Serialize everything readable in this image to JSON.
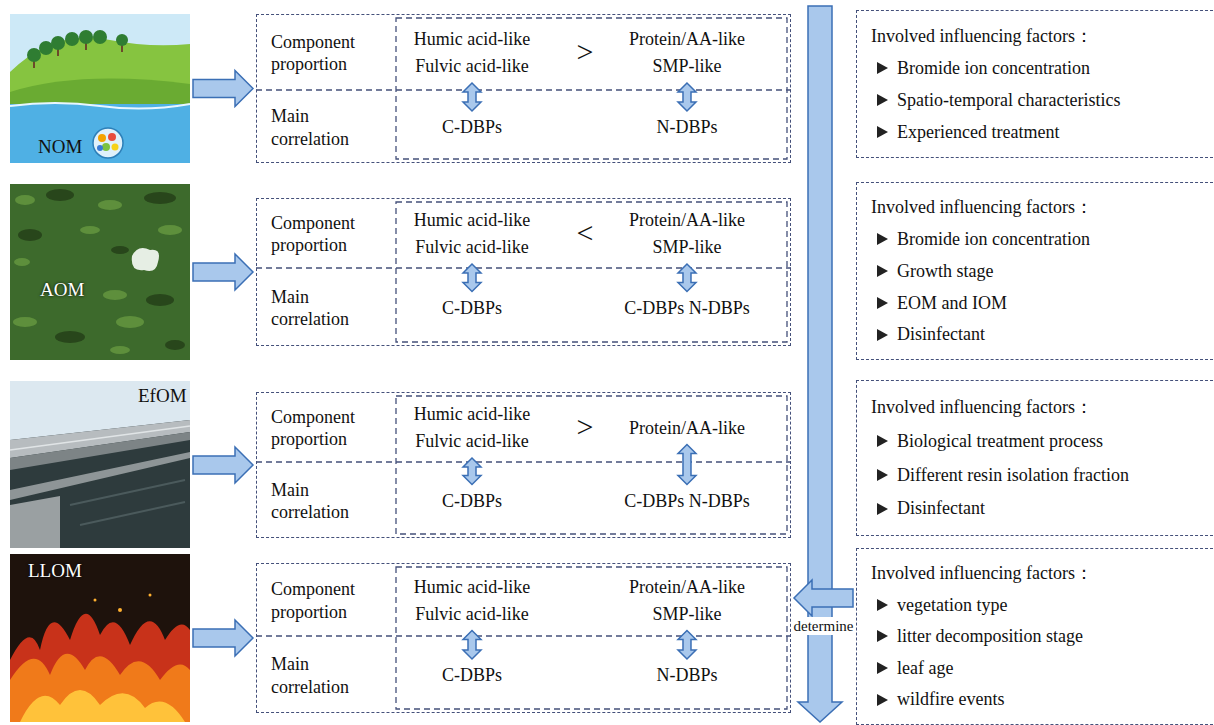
{
  "diagram": {
    "nodes": [
      {
        "text": [
          "NOM"
        ]
      },
      {
        "text": [
          "Component proportion",
          "Main correlation"
        ]
      },
      {
        "text": [
          "Humic acid-like",
          "Fulvic acid-like"
        ],
        "in": 1
      },
      {
        "text": [
          "Protein/AA-like",
          "SMP-like"
        ],
        "in": 1
      },
      {
        "text": [
          "C-DBPs"
        ],
        "in": 1
      },
      {
        "text": [
          "N-DBPs"
        ],
        "in": 1
      },
      {
        "text": [
          "Involved influencing factors：",
          "Bromide ion concentration",
          "Spatio-temporal characteristics",
          "Experienced treatment"
        ]
      },
      {
        "text": [
          "AOM"
        ]
      },
      {
        "text": [
          "Component proportion",
          "Main correlation"
        ]
      },
      {
        "text": [
          "Humic acid-like",
          "Fulvic acid-like"
        ],
        "in": 8
      },
      {
        "text": [
          "Protein/AA-like",
          "SMP-like"
        ],
        "in": 8
      },
      {
        "text": [
          "C-DBPs"
        ],
        "in": 8
      },
      {
        "text": [
          "C-DBPs N-DBPs"
        ],
        "in": 8
      },
      {
        "text": [
          "Involved influencing factors：",
          "Bromide ion concentration",
          "Growth stage",
          "EOM and IOM",
          "Disinfectant"
        ]
      },
      {
        "text": [
          "EfOM"
        ]
      },
      {
        "text": [
          "Component proportion",
          "Main correlation"
        ]
      },
      {
        "text": [
          "Humic acid-like",
          "Fulvic acid-like"
        ],
        "in": 15
      },
      {
        "text": [
          "Protein/AA-like"
        ],
        "in": 15
      },
      {
        "text": [
          "C-DBPs"
        ],
        "in": 15
      },
      {
        "text": [
          "C-DBPs N-DBPs"
        ],
        "in": 15
      },
      {
        "text": [
          "Involved influencing factors：",
          "Biological treatment process",
          "Different resin isolation fraction",
          "Disinfectant"
        ]
      },
      {
        "text": [
          "LLOM"
        ]
      },
      {
        "text": [
          "Component proportion",
          "Main correlation"
        ]
      },
      {
        "text": [
          "Humic acid-like",
          "Fulvic acid-like"
        ],
        "in": 22
      },
      {
        "text": [
          "Protein/AA-like",
          "SMP-like"
        ],
        "in": 22
      },
      {
        "text": [
          "C-DBPs"
        ],
        "in": 22
      },
      {
        "text": [
          "N-DBPs"
        ],
        "in": 22
      },
      {
        "text": [
          "Involved influencing factors：",
          "vegetation type",
          "litter decomposition stage",
          "leaf age",
          "wildfire events"
        ]
      }
    ],
    "edges": [
      {
        "from": 0,
        "to": 1,
        "arrow": "to"
      },
      {
        "from": 2,
        "to": 4,
        "arrow": "both"
      },
      {
        "from": 3,
        "to": 5,
        "arrow": "both"
      },
      {
        "from": 7,
        "to": 8,
        "arrow": "to"
      },
      {
        "from": 9,
        "to": 11,
        "arrow": "both"
      },
      {
        "from": 10,
        "to": 12,
        "arrow": "both"
      },
      {
        "from": 14,
        "to": 15,
        "arrow": "to"
      },
      {
        "from": 16,
        "to": 18,
        "arrow": "both"
      },
      {
        "from": 17,
        "to": 19,
        "arrow": "both"
      },
      {
        "from": 21,
        "to": 22,
        "arrow": "to"
      },
      {
        "from": 23,
        "to": 25,
        "arrow": "both"
      },
      {
        "from": 24,
        "to": 26,
        "arrow": "both"
      },
      {
        "from": 27,
        "to": 22,
        "label": "determine",
        "arrow": "to"
      }
    ],
    "labels": [
      ">",
      "<",
      ">"
    ]
  }
}
